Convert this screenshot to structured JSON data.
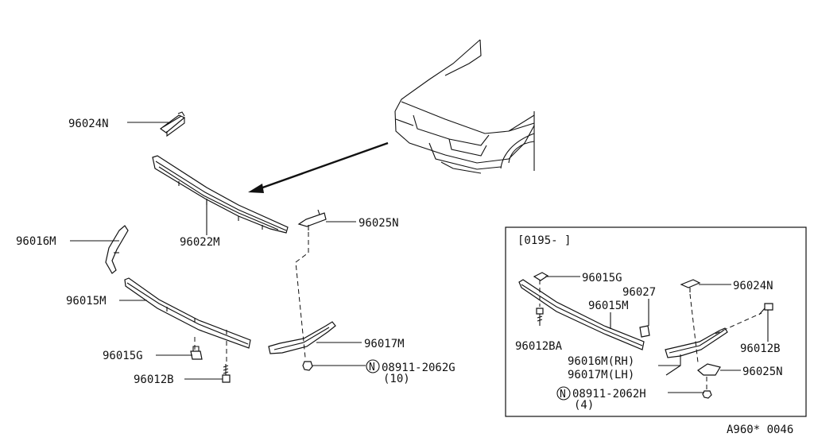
{
  "labels": {
    "p96024N": "96024N",
    "p96022M": "96022M",
    "p96016M": "96016M",
    "p96015M": "96015M",
    "p96015G": "96015G",
    "p96012B": "96012B",
    "p96025N": "96025N",
    "p96017M": "96017M",
    "nut_part": "08911-2062G",
    "nut_qty": "(10)",
    "nut_symbol": "N"
  },
  "inset": {
    "date_range": "[0195-     ]",
    "p96015G": "96015G",
    "p96027": "96027",
    "p96015M": "96015M",
    "p96012BA": "96012BA",
    "p96016M_rh": "96016M(RH)",
    "p96017M_lh": "96017M(LH)",
    "p96024N": "96024N",
    "p96012B": "96012B",
    "p96025N": "96025N",
    "nut_part": "08911-2062H",
    "nut_qty": "(4)",
    "nut_symbol": "N"
  },
  "diagram_code": "A960* 0046"
}
